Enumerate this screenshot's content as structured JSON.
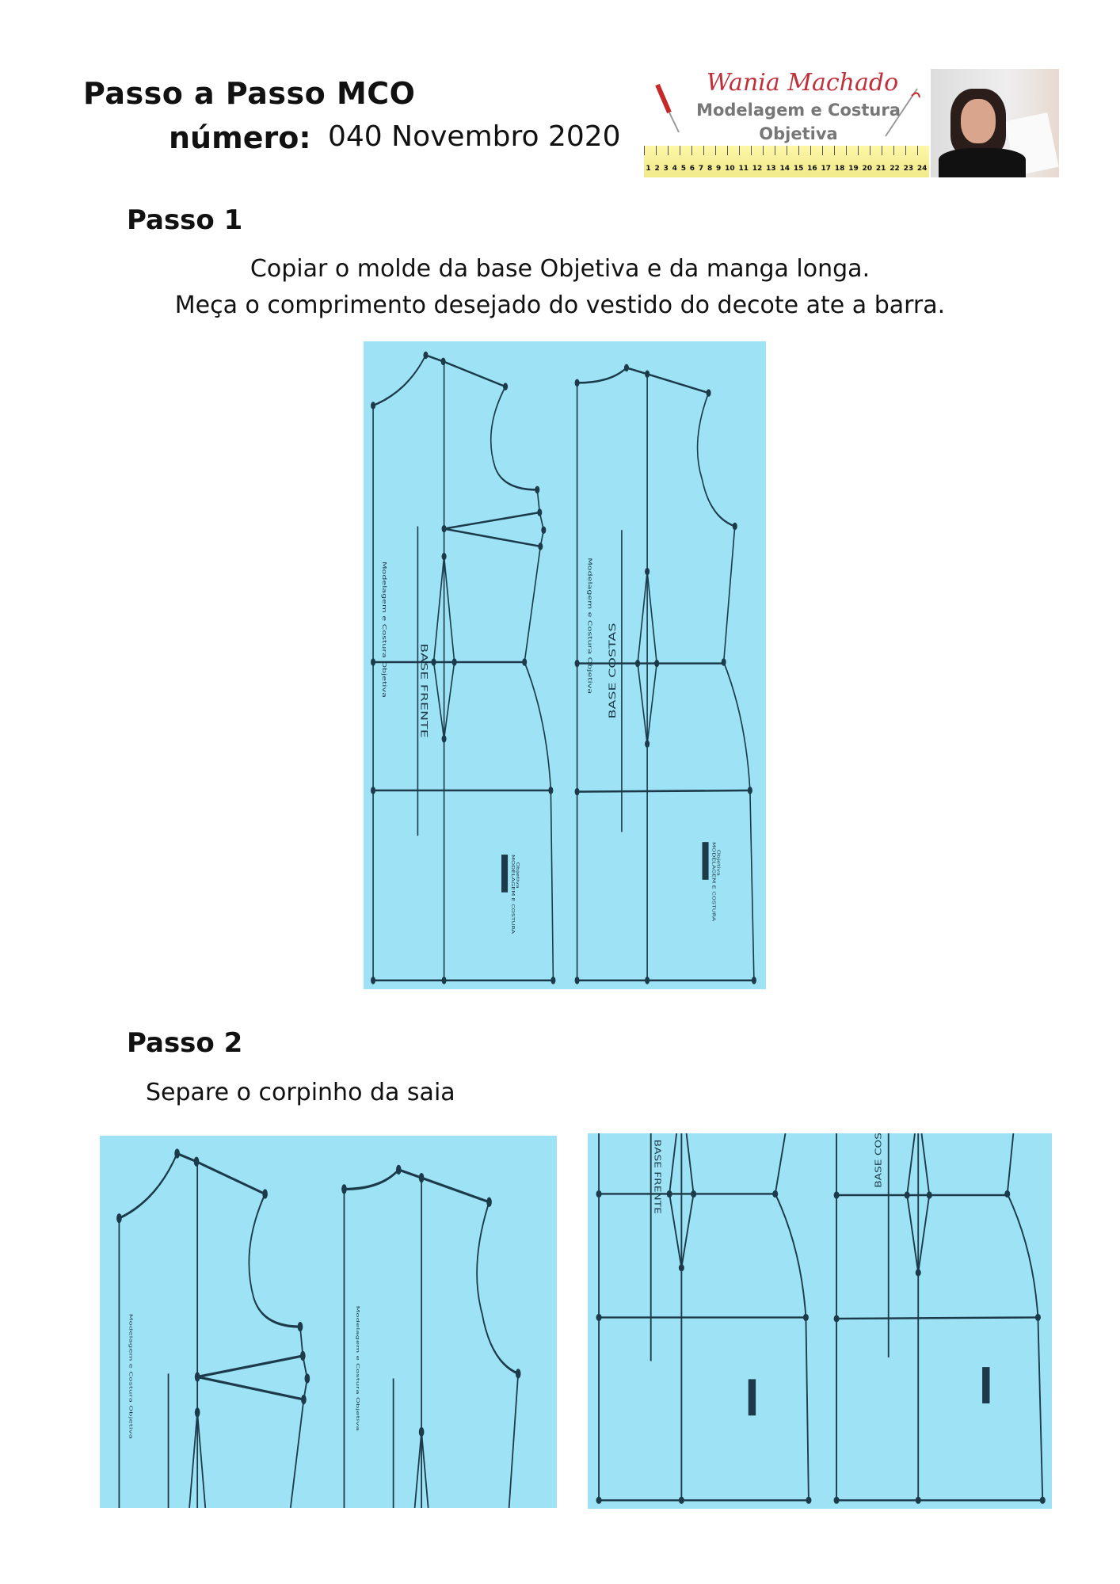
{
  "header": {
    "title": "Passo a Passo MCO",
    "number_label": "número:",
    "number_value": "040 Novembro 2020"
  },
  "logo": {
    "name": "Wania Machado",
    "line1": "Modelagem e Costura",
    "line2": "Objetiva",
    "ruler_numbers": [
      "1",
      "2",
      "3",
      "4",
      "5",
      "6",
      "7",
      "8",
      "9",
      "10",
      "11",
      "12",
      "13",
      "14",
      "15",
      "16",
      "17",
      "18",
      "19",
      "20",
      "21",
      "22",
      "23",
      "24"
    ]
  },
  "steps": [
    {
      "title": "Passo 1",
      "text_lines": [
        "Copiar o molde da base Objetiva e da manga longa.",
        "Meça o comprimento desejado do vestido do decote ate a barra."
      ]
    },
    {
      "title": "Passo 2",
      "text_lines": [
        "Separe o corpinho da saia"
      ]
    }
  ],
  "pattern": {
    "front_label": "BASE FRENTE",
    "back_label": "BASE COSTAS",
    "side_text": "Modelagem e Costura Objetiva",
    "stamp_line1": "MODELAGEM E COSTURA",
    "stamp_line2": "Objetiva"
  },
  "colors": {
    "pattern_bg": "#9ee3f5",
    "line": "#1c3a4a",
    "logo_script": "#c0303a"
  }
}
